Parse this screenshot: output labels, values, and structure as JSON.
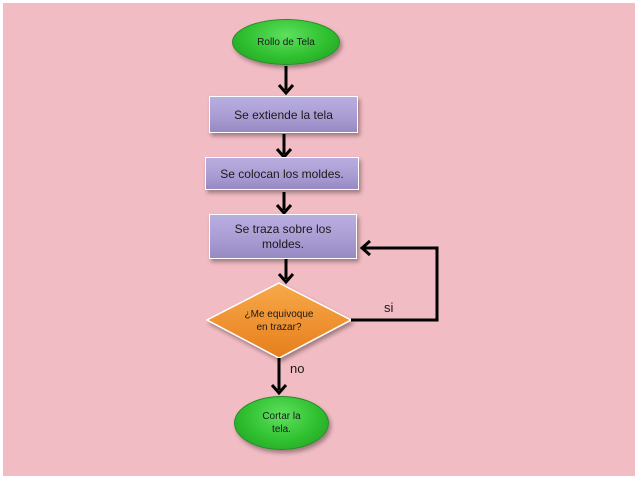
{
  "nodes": {
    "start": "Rollo de Tela",
    "step1": "Se extiende la tela",
    "step2": "Se colocan los moldes.",
    "step3": "Se traza sobre los moldes.",
    "decision": "¿Me equivoque en trazar?",
    "end": "Cortar la tela."
  },
  "edge_labels": {
    "yes": "si",
    "no": "no"
  },
  "colors": {
    "background": "#f2bcc4",
    "terminator_fill": "#2fc02f",
    "process_fill": "#a89bd2",
    "decision_fill": "#f0902a",
    "connector": "#000000"
  }
}
